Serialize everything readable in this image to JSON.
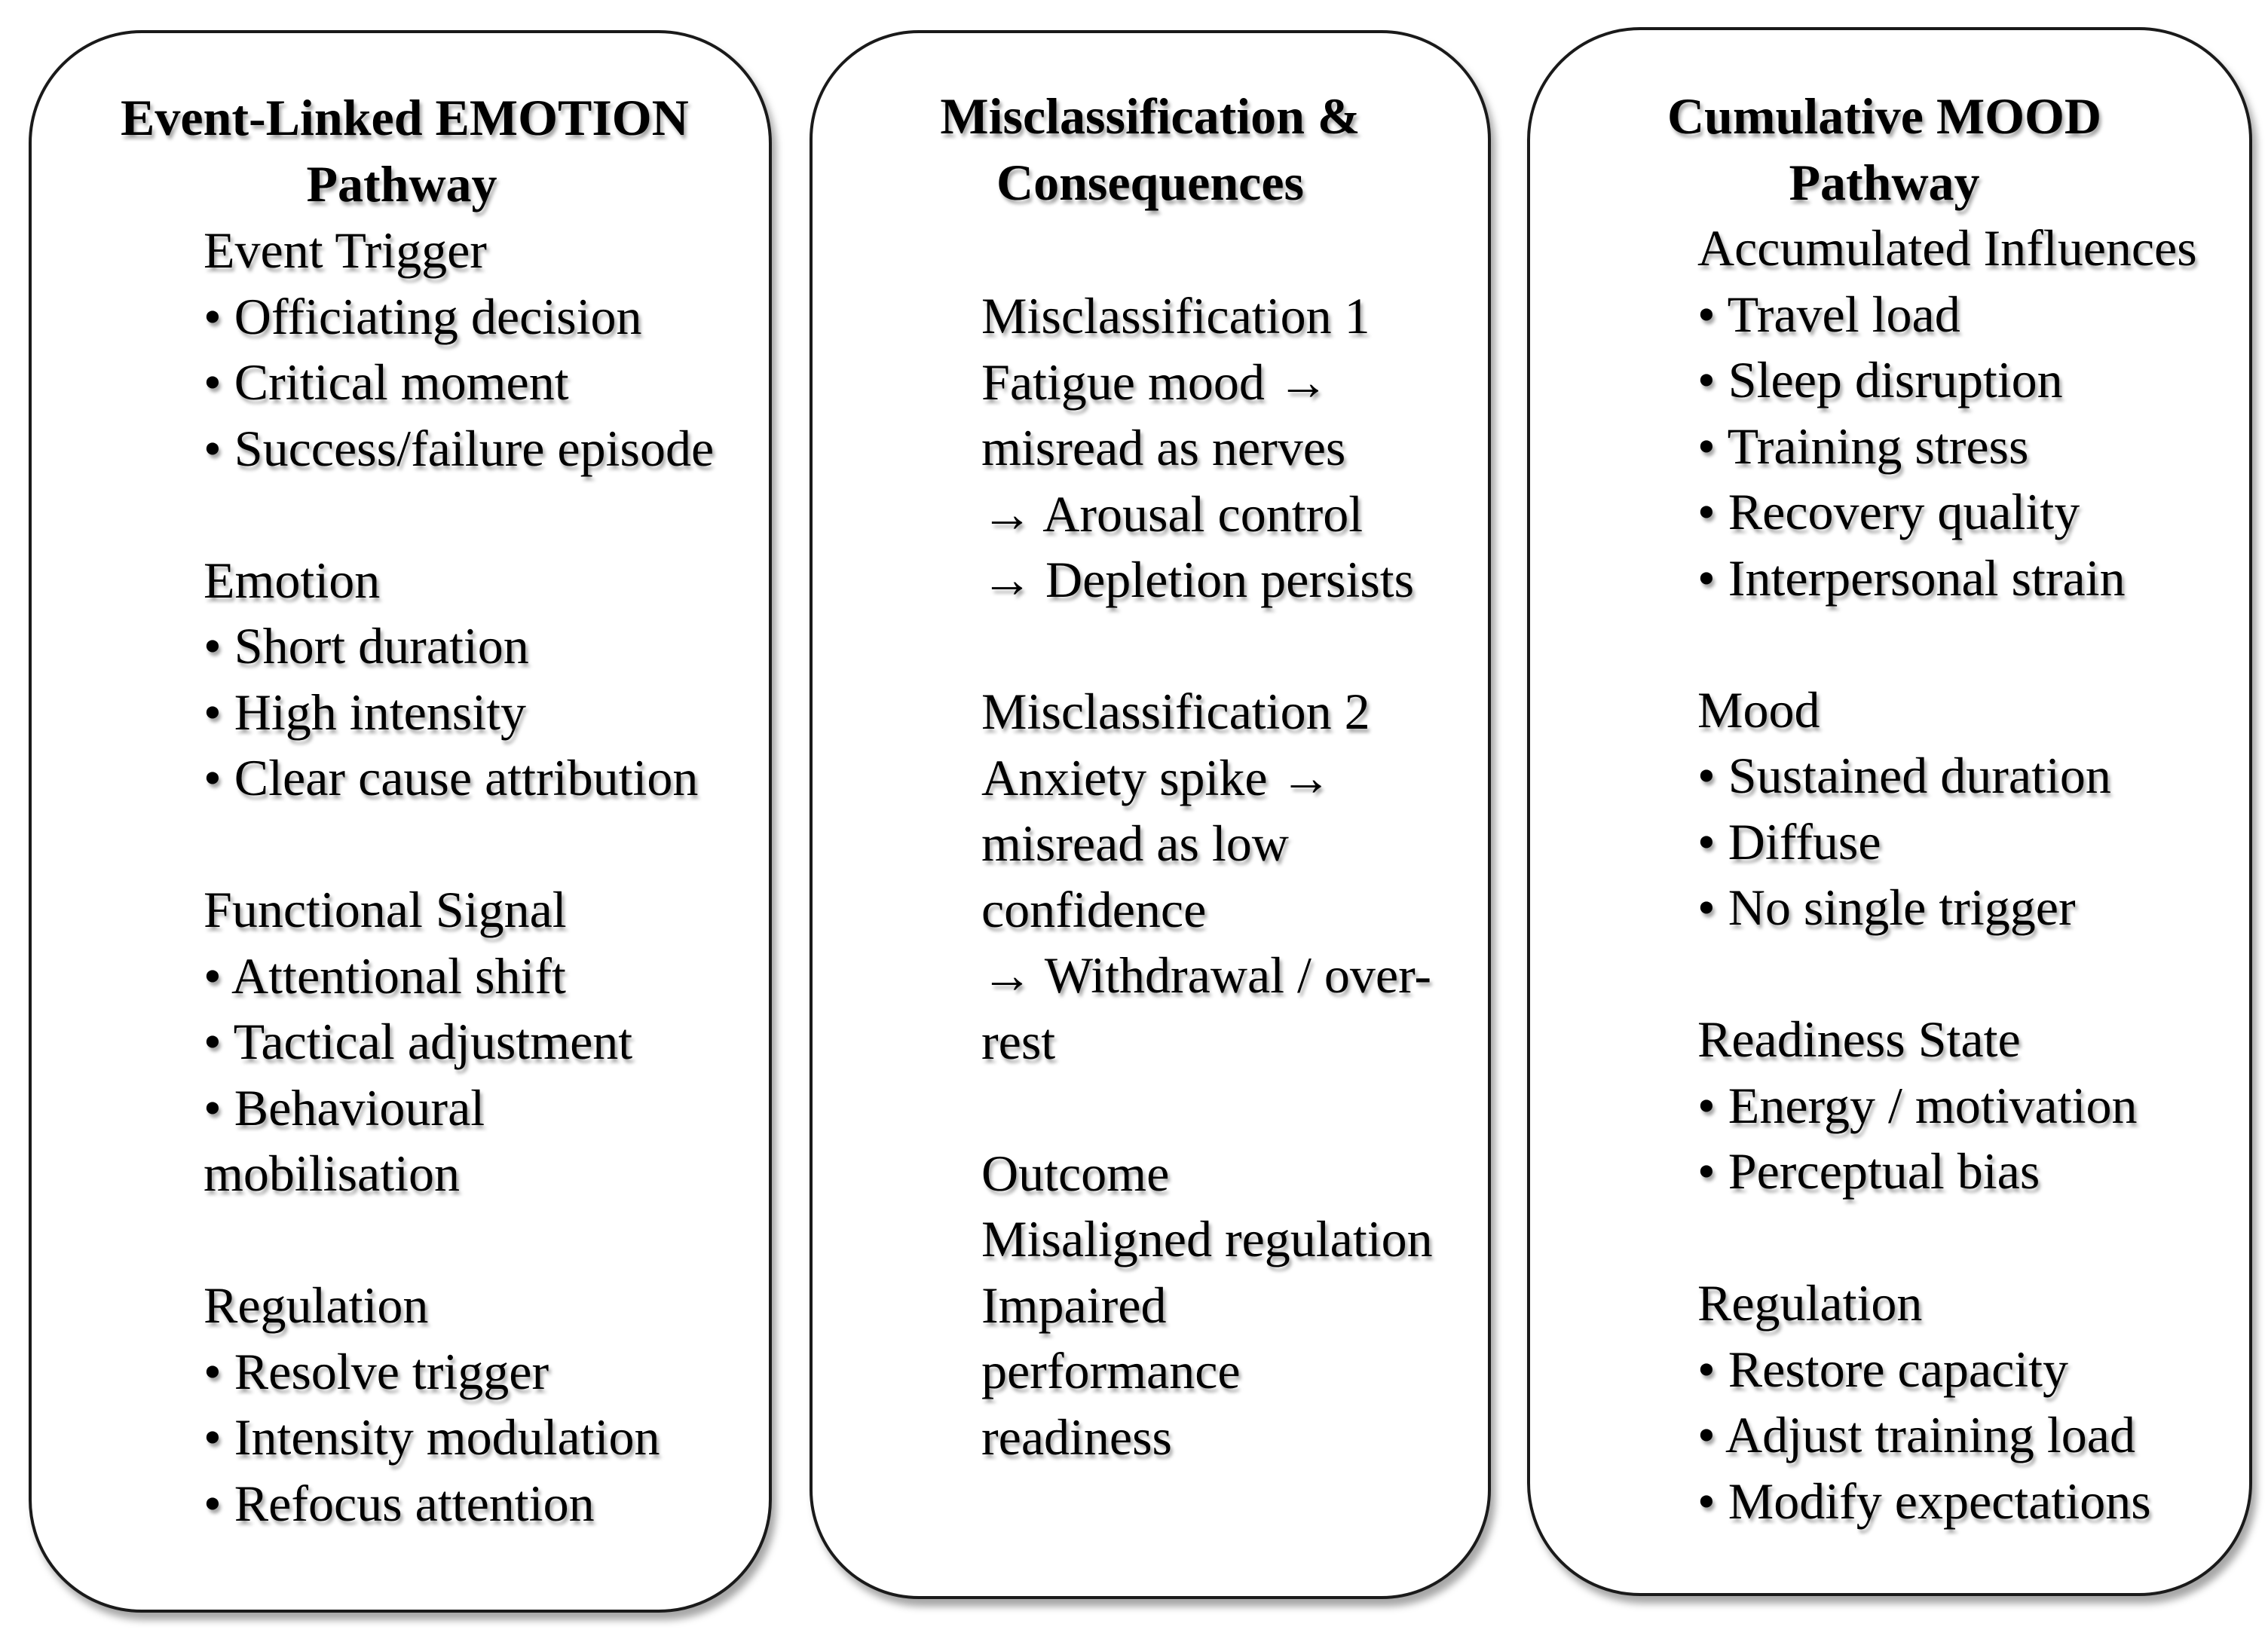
{
  "emotion": {
    "title": [
      "Event-Linked EMOTION",
      "Pathway"
    ],
    "groups": [
      {
        "heading": "Event Trigger",
        "lines": [
          "• Officiating decision",
          "• Critical moment",
          "• Success/failure episode"
        ]
      },
      {
        "heading": "Emotion",
        "lines": [
          "• Short duration",
          "• High intensity",
          "• Clear cause attribution"
        ]
      },
      {
        "heading": "Functional Signal",
        "lines": [
          "• Attentional shift",
          "• Tactical adjustment",
          "• Behavioural",
          "mobilisation"
        ]
      },
      {
        "heading": "Regulation",
        "lines": [
          "• Resolve trigger",
          "• Intensity modulation",
          "• Refocus attention"
        ]
      }
    ]
  },
  "misclassification": {
    "title": [
      "Misclassification &",
      "Consequences"
    ],
    "groups": [
      {
        "heading": "Misclassification 1",
        "lines": [
          "Fatigue mood →",
          "misread as nerves",
          "→ Arousal control",
          "→ Depletion persists"
        ]
      },
      {
        "heading": "Misclassification 2",
        "lines": [
          "Anxiety spike →",
          "misread as low",
          "confidence",
          "→ Withdrawal / over-",
          "rest"
        ]
      },
      {
        "heading": "Outcome",
        "lines": [
          "Misaligned regulation",
          "Impaired",
          "performance",
          "readiness"
        ]
      }
    ]
  },
  "mood": {
    "title": [
      "Cumulative MOOD",
      "Pathway"
    ],
    "groups": [
      {
        "heading": "Accumulated Influences",
        "lines": [
          "• Travel load",
          "• Sleep disruption",
          "• Training stress",
          "• Recovery quality",
          "• Interpersonal strain"
        ]
      },
      {
        "heading": "Mood",
        "lines": [
          "• Sustained duration",
          "• Diffuse",
          "• No single trigger"
        ]
      },
      {
        "heading": "Readiness State",
        "lines": [
          "• Energy / motivation",
          "• Perceptual bias"
        ]
      },
      {
        "heading": "Regulation",
        "lines": [
          "• Restore capacity",
          "• Adjust training load",
          "• Modify expectations"
        ]
      }
    ]
  }
}
